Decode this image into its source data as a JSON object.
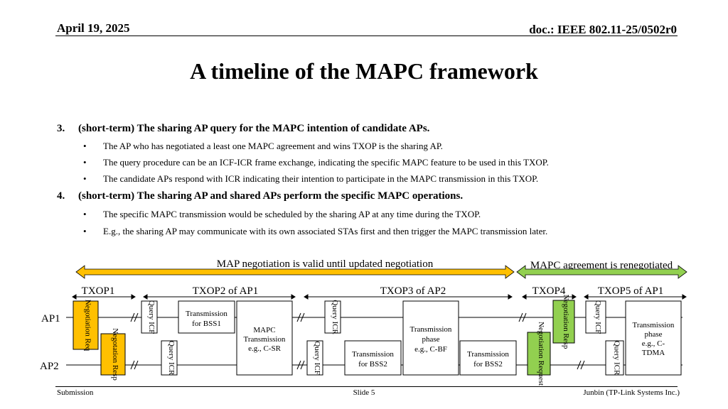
{
  "header": {
    "date": "April 19, 2025",
    "doc": "doc.: IEEE 802.11-25/0502r0"
  },
  "title": "A timeline of the MAPC framework",
  "sections": [
    {
      "num": "3.",
      "text": "(short-term) The sharing AP query for the MAPC intention of candidate APs.",
      "bullets": [
        "The AP who has negotiated a least one MAPC agreement and wins TXOP is the sharing AP.",
        "The query procedure can be an ICF-ICR frame exchange, indicating the specific MAPC feature to be used in this TXOP.",
        "The candidate APs respond with ICR indicating their intention to participate in the MAPC transmission in this TXOP."
      ]
    },
    {
      "num": "4.",
      "text": "(short-term) The sharing AP and shared APs perform the specific MAPC operations.",
      "bullets": [
        "The specific MAPC transmission would be scheduled by the sharing AP at any time during the TXOP.",
        "E.g., the sharing AP may communicate with its own associated STAs first and then trigger the MAPC transmission later."
      ]
    }
  ],
  "diagram": {
    "negotiation_label": "MAP negotiation is valid until updated negotiation",
    "renegotiated_label": "MAPC agreement is renegotiated",
    "colors": {
      "orange": "#ffc000",
      "green": "#92d050"
    },
    "txops": [
      "TXOP1",
      "TXOP2 of AP1",
      "TXOP3 of AP2",
      "TXOP4",
      "TXOP5 of AP1"
    ],
    "rows": [
      "AP1",
      "AP2"
    ],
    "blocks": {
      "neg_req": "Negotiation Req",
      "neg_resp": "Negotation Resp",
      "query_icf_1": "Query ICF",
      "query_icr_1": "Query ICR",
      "tx_bss1": [
        "Transmission",
        "for BSS1"
      ],
      "mapc_sr": [
        "MAPC",
        "Transmission",
        "e.g., C-SR"
      ],
      "query_icr_2": "Query ICR",
      "query_icf_2": "Query ICF",
      "tx_bss2_a": [
        "Transmission",
        "for BSS2"
      ],
      "phase_bf": [
        "Transmission",
        "phase",
        "e.g., C-BF"
      ],
      "tx_bss2_b": [
        "Transmission",
        "for BSS2"
      ],
      "neg_resp_2": "Negotiation Resp",
      "neg_request": "Negotiation Request",
      "query_icf_3": "Query ICF",
      "query_icr_3": "Query ICR",
      "phase_tdma": [
        "Transmission",
        "phase",
        "e.g., C-",
        "TDMA"
      ]
    }
  },
  "footer": {
    "left": "Submission",
    "center": "Slide 5",
    "right": "Junbin (TP-Link Systems Inc.)"
  }
}
